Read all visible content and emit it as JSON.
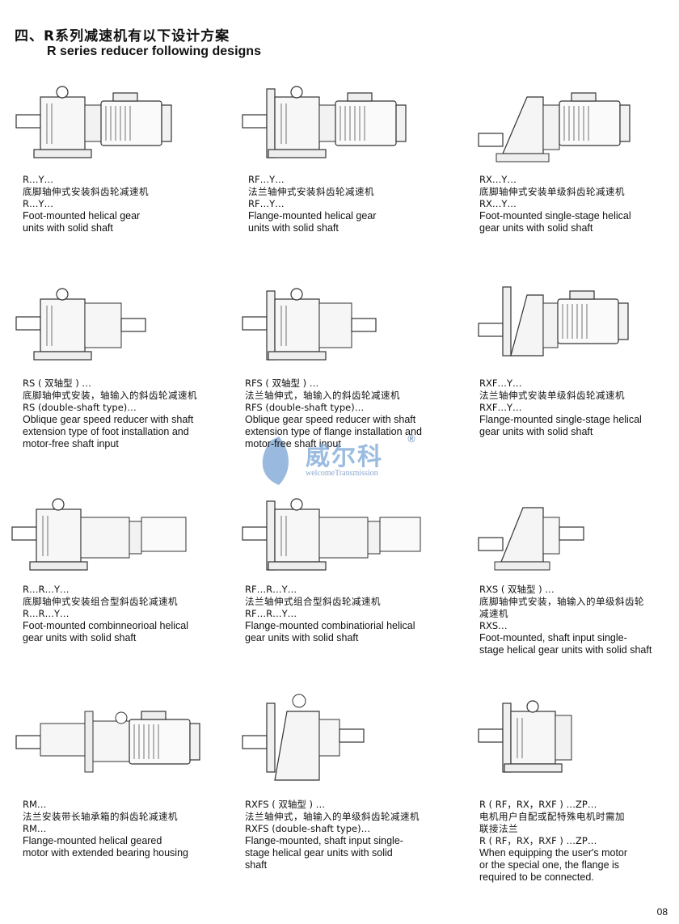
{
  "header": {
    "title_zh": "四、R系列减速机有以下设计方案",
    "title_en": "R series reducer following designs"
  },
  "items": [
    {
      "lines": [
        "R…Y…",
        "底脚轴伸式安装斜齿轮减速机",
        "R…Y…",
        "Foot-mounted helical gear",
        "units with solid shaft"
      ]
    },
    {
      "lines": [
        "RF…Y…",
        "法兰轴伸式安装斜齿轮减速机",
        "RF…Y…",
        "Flange-mounted helical gear",
        "units with solid shaft"
      ]
    },
    {
      "lines": [
        "RX…Y…",
        "底脚轴伸式安装单级斜齿轮减速机",
        "RX…Y…",
        "Foot-mounted single-stage helical",
        "gear units with solid shaft"
      ]
    },
    {
      "lines": [
        "RS ( 双轴型 ) …",
        "底脚轴伸式安装，轴输入的斜齿轮减速机",
        "RS (double-shaft type)…",
        "Oblique gear speed reducer with shaft",
        "extension type of foot installation and",
        "motor-free shaft input"
      ]
    },
    {
      "lines": [
        "RFS ( 双轴型 ) …",
        "法兰轴伸式，轴输入的斜齿轮减速机",
        "RFS (double-shaft type)…",
        "Oblique gear speed reducer with shaft",
        "extension type of flange installation and",
        "motor-free shaft input"
      ]
    },
    {
      "lines": [
        "RXF…Y…",
        "法兰轴伸式安装单级斜齿轮减速机",
        "RXF…Y…",
        "Flange-mounted single-stage helical",
        "gear units with solid shaft"
      ]
    },
    {
      "lines": [
        "R…R…Y…",
        "底脚轴伸式安装组合型斜齿轮减速机",
        "R…R…Y…",
        "Foot-mounted combinneorioal helical",
        "gear units with solid shaft"
      ]
    },
    {
      "lines": [
        "RF…R…Y…",
        "法兰轴伸式组合型斜齿轮减速机",
        "RF…R…Y…",
        "Flange-mounted combinatiorial helical",
        "gear units with solid shaft"
      ]
    },
    {
      "lines": [
        "RXS ( 双轴型 ) …",
        "底脚轴伸式安装，轴输入的单级斜齿轮",
        "减速机",
        "RXS…",
        "Foot-mounted, shaft input single-",
        "stage helical gear units with solid shaft"
      ]
    },
    {
      "lines": [
        "RM…",
        "法兰安装带长轴承箱的斜齿轮减速机",
        "RM…",
        "Flange-mounted helical geared",
        "motor with extended bearing housing"
      ]
    },
    {
      "lines": [
        "RXFS ( 双轴型 ) …",
        "法兰轴伸式，轴输入的单级斜齿轮减速机",
        "RXFS (double-shaft type)…",
        "Flange-mounted, shaft input single-",
        "stage helical gear units with solid",
        "shaft"
      ]
    },
    {
      "lines": [
        "R ( RF，RX，RXF ) …ZP…",
        "电机用户自配或配特殊电机时需加",
        "联接法兰",
        "R ( RF，RX，RXF ) …ZP…",
        "When equipping the user's motor",
        "or the special one, the flange is",
        "required to be connected."
      ]
    }
  ],
  "watermark": {
    "brand": "威尔科",
    "sub": "welcomeTransmission",
    "reg": "®"
  },
  "page_number": "08"
}
